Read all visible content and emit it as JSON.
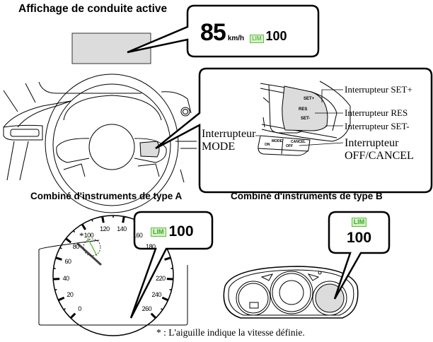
{
  "top": {
    "title": "Affichage de conduite active",
    "display": {
      "speed": "85",
      "unit": "km/h",
      "lim_badge": "LIM",
      "set_speed": "100"
    }
  },
  "switches": {
    "set_plus": "Interrupteur SET+",
    "res": "Interrupteur RES",
    "set_minus": "Interrupteur SET-",
    "mode_line1": "Interrupteur",
    "mode_line2": "MODE",
    "off_line1": "Interrupteur",
    "off_line2": "OFF/CANCEL",
    "button_labels": {
      "set_plus": "SET+",
      "res": "RES",
      "set_minus": "SET-",
      "on": "ON",
      "mode": "MODE",
      "cancel": "CANCEL",
      "off": "OFF"
    }
  },
  "cluster_a": {
    "title": "Combiné d'instruments de type A",
    "lim_badge": "LIM",
    "set_speed": "100",
    "asterisk": "*",
    "ticks": [
      "0",
      "20",
      "40",
      "60",
      "80",
      "100",
      "120",
      "140",
      "160",
      "180",
      "220",
      "240",
      "260"
    ]
  },
  "cluster_b": {
    "title": "Combiné d'instruments de type B",
    "lim_badge": "LIM",
    "set_speed": "100"
  },
  "footnote": "* : L'aiguille indique la vitesse définie.",
  "colors": {
    "lim_green": "#5bbf3a",
    "highlight_gray": "#dcdcdc",
    "needle_green": "#6cc04a"
  }
}
